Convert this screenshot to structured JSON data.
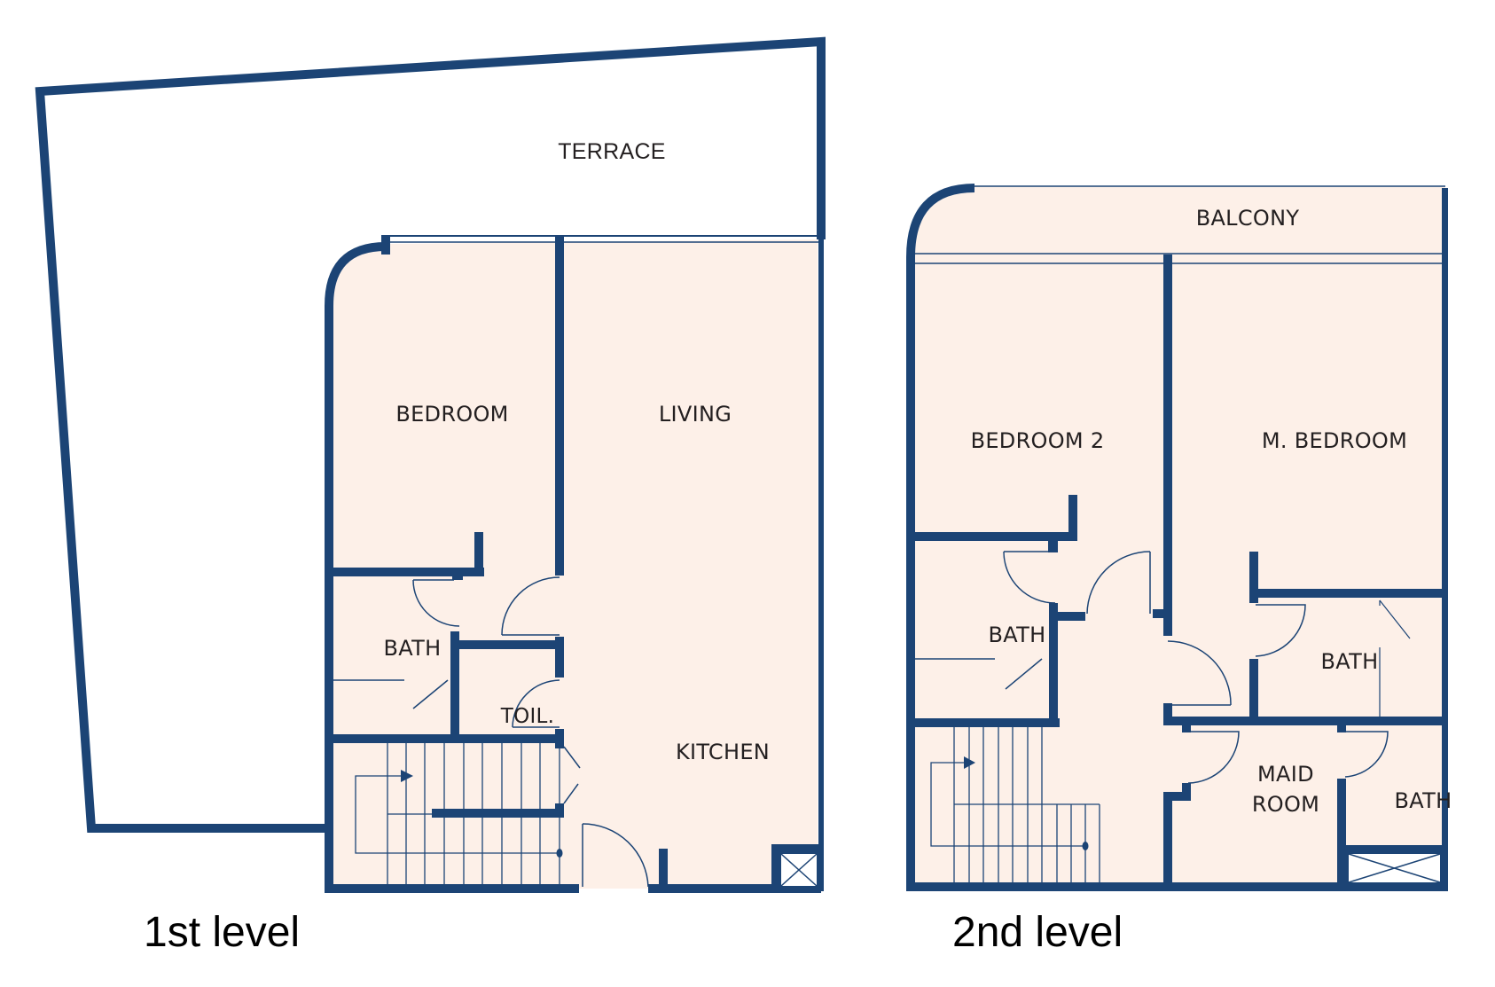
{
  "colors": {
    "wall": "#1c4475",
    "floor_fill": "#fdf0e8",
    "text": "#231f20",
    "background": "#ffffff"
  },
  "level1": {
    "label": "1st level",
    "rooms": {
      "terrace": "TERRACE",
      "bedroom": "BEDROOM",
      "living": "LIVING",
      "bath": "BATH",
      "toilet": "TOIL.",
      "kitchen": "KITCHEN"
    }
  },
  "level2": {
    "label": "2nd level",
    "rooms": {
      "balcony": "BALCONY",
      "bedroom2": "BEDROOM 2",
      "master_bedroom": "M. BEDROOM",
      "bath_left": "BATH",
      "bath_master": "BATH",
      "maid_room_line1": "MAID",
      "maid_room_line2": "ROOM",
      "bath_maid": "BATH"
    }
  },
  "icons": {
    "stair_arrow": "stair-direction-arrow-icon",
    "shaft": "shaft-cross-icon"
  }
}
